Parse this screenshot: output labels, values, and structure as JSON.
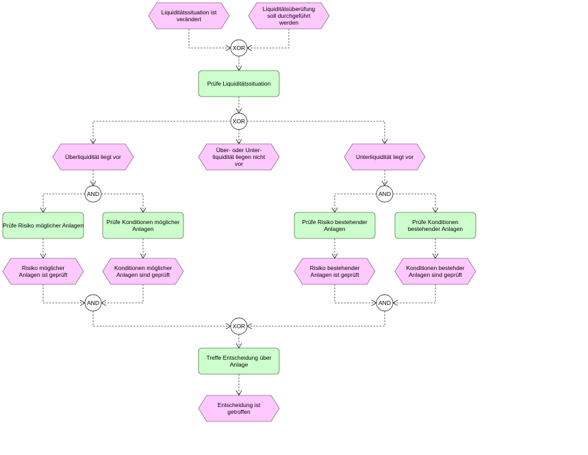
{
  "colors": {
    "event_fill": "#ffc8ff",
    "event_stroke": "#8a6a8a",
    "function_fill": "#ccffcc",
    "function_stroke": "#5a7a5a",
    "connector_fill": "#ffffff",
    "connector_stroke": "#444444"
  },
  "events": [
    {
      "id": "ev-liq-changed",
      "lines": [
        "Liquiditätssituation ist",
        "verändert"
      ]
    },
    {
      "id": "ev-liq-check-due",
      "lines": [
        "Liquiditätsüberüfung",
        "soll durchgeführt",
        "werden"
      ]
    },
    {
      "id": "ev-overliquidity",
      "lines": [
        "Überliquidität liegt vor"
      ]
    },
    {
      "id": "ev-no-over-under",
      "lines": [
        "Über- oder Unter-",
        "liquidität liegen nicht",
        "vor"
      ]
    },
    {
      "id": "ev-underliquidity",
      "lines": [
        "Unterliquidität liegt vor"
      ]
    },
    {
      "id": "ev-risk-possible-checked",
      "lines": [
        "Risiko möglicher",
        "Anlagen ist geprüft"
      ]
    },
    {
      "id": "ev-cond-possible-checked",
      "lines": [
        "Konditionen möglicher",
        "Anlagen sind geprüft"
      ]
    },
    {
      "id": "ev-risk-existing-checked",
      "lines": [
        "Risiko bestehender",
        "Anlagen ist geprüft"
      ]
    },
    {
      "id": "ev-cond-existing-checked",
      "lines": [
        "Konditionen bestehder",
        "Anlagen sind geprüft"
      ]
    },
    {
      "id": "ev-decision-made",
      "lines": [
        "Entscheidung ist",
        "getroffen"
      ]
    }
  ],
  "functions": [
    {
      "id": "fn-check-liquidity",
      "lines": [
        "Prüfe Liquiditätssituation"
      ]
    },
    {
      "id": "fn-risk-possible",
      "lines": [
        "Prüfe Risiko möglicher Anlagen"
      ]
    },
    {
      "id": "fn-cond-possible",
      "lines": [
        "Prüfe Konditionen möglicher",
        "Anlagen"
      ]
    },
    {
      "id": "fn-risk-existing",
      "lines": [
        "Prüfe Risiko bestehender",
        "Anlagen"
      ]
    },
    {
      "id": "fn-cond-existing",
      "lines": [
        "Prüfe Konditionen",
        "bestehender Anlagen"
      ]
    },
    {
      "id": "fn-decide",
      "lines": [
        "Treffe Entscheidung über",
        "Anlage"
      ]
    }
  ],
  "connectors": [
    {
      "id": "xor-start",
      "label": "XOR"
    },
    {
      "id": "xor-split",
      "label": "XOR"
    },
    {
      "id": "and-left-split",
      "label": "AND"
    },
    {
      "id": "and-right-split",
      "label": "AND"
    },
    {
      "id": "and-left-join",
      "label": "AND"
    },
    {
      "id": "and-right-join",
      "label": "AND"
    },
    {
      "id": "xor-join",
      "label": "XOR"
    }
  ]
}
